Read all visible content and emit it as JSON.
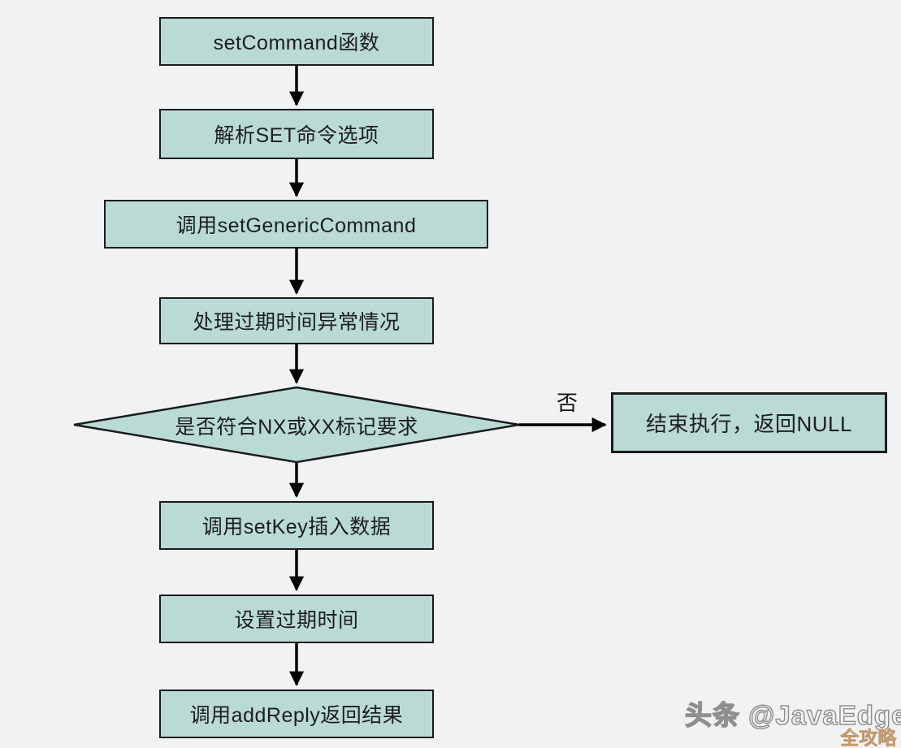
{
  "diagram": {
    "type": "flowchart",
    "nodes": [
      {
        "id": "set-command",
        "shape": "rect",
        "label": "setCommand函数"
      },
      {
        "id": "parse-set-options",
        "shape": "rect",
        "label": "解析SET命令选项"
      },
      {
        "id": "call-set-generic-command",
        "shape": "rect",
        "label": "调用setGenericCommand"
      },
      {
        "id": "handle-expire-exception",
        "shape": "rect",
        "label": "处理过期时间异常情况"
      },
      {
        "id": "nx-xx-check",
        "shape": "diamond",
        "label": "是否符合NX或XX标记要求"
      },
      {
        "id": "return-null",
        "shape": "rect",
        "label": "结束执行，返回NULL"
      },
      {
        "id": "call-setkey",
        "shape": "rect",
        "label": "调用setKey插入数据"
      },
      {
        "id": "set-expire-time",
        "shape": "rect",
        "label": "设置过期时间"
      },
      {
        "id": "call-addreply",
        "shape": "rect",
        "label": "调用addReply返回结果"
      }
    ],
    "edges": [
      {
        "from": "set-command",
        "to": "parse-set-options",
        "label": ""
      },
      {
        "from": "parse-set-options",
        "to": "call-set-generic-command",
        "label": ""
      },
      {
        "from": "call-set-generic-command",
        "to": "handle-expire-exception",
        "label": ""
      },
      {
        "from": "handle-expire-exception",
        "to": "nx-xx-check",
        "label": ""
      },
      {
        "from": "nx-xx-check",
        "to": "return-null",
        "label": "否"
      },
      {
        "from": "nx-xx-check",
        "to": "call-setkey",
        "label": ""
      },
      {
        "from": "call-setkey",
        "to": "set-expire-time",
        "label": ""
      },
      {
        "from": "set-expire-time",
        "to": "call-addreply",
        "label": ""
      }
    ],
    "colors": {
      "background": "#f1f2f3",
      "node_fill": "#b9dad5",
      "node_border": "#1b1b1b",
      "arrow": "#000000",
      "watermark_outline": "#8f8f8f",
      "badge_gold": "#c49a6e"
    }
  },
  "watermark": {
    "handle": "头条 @JavaEdge",
    "badge": "全攻略"
  }
}
